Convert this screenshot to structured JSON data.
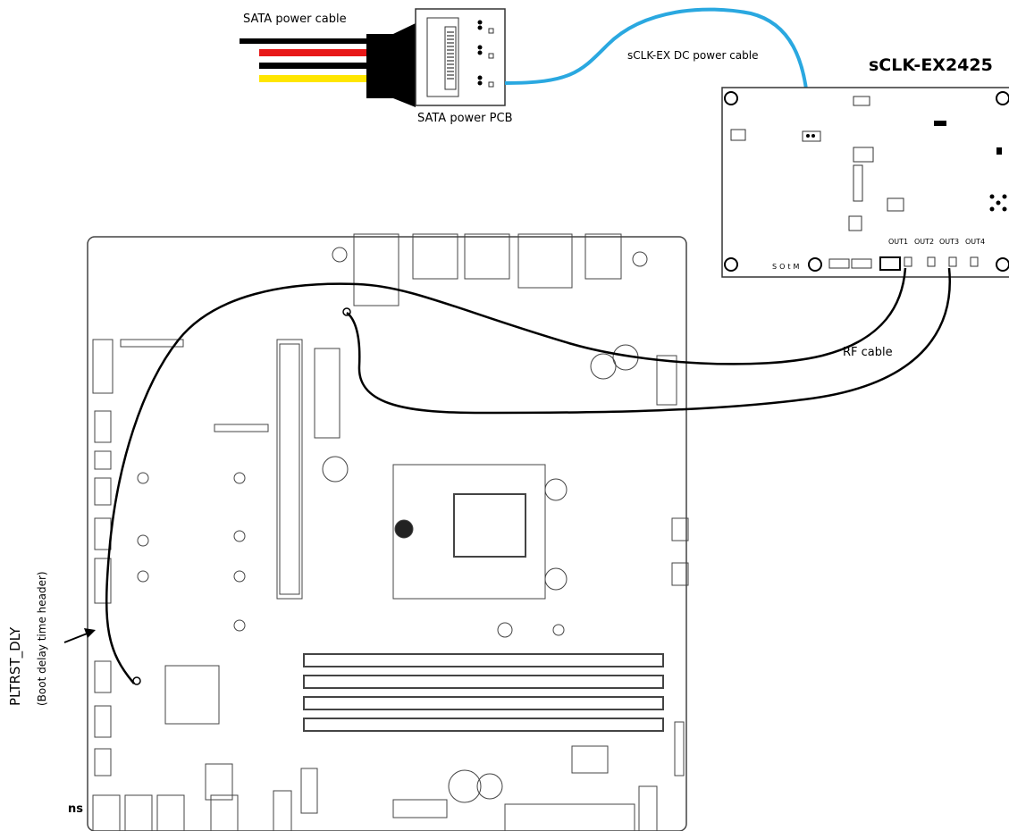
{
  "labels": {
    "sata_power_cable": "SATA power cable",
    "sata_power_pcb": "SATA power PCB",
    "dc_power_cable": "sCLK-EX DC power cable",
    "board_title": "sCLK-EX2425",
    "rf_cable": "RF cable",
    "pltrst": "PLTRST_DLY",
    "boot_delay": "(Boot delay time header)",
    "cut_text": "ns"
  },
  "sclk_board": {
    "outputs": [
      "OUT1",
      "OUT2",
      "OUT3",
      "OUT4"
    ],
    "brand": "SOtM"
  },
  "colors": {
    "sata_wires": [
      "#000000",
      "#e81818",
      "#000000",
      "#ffe600"
    ],
    "dc_cable": "#2aa8e0",
    "rf_cable": "#000000",
    "outline": "#333333"
  }
}
